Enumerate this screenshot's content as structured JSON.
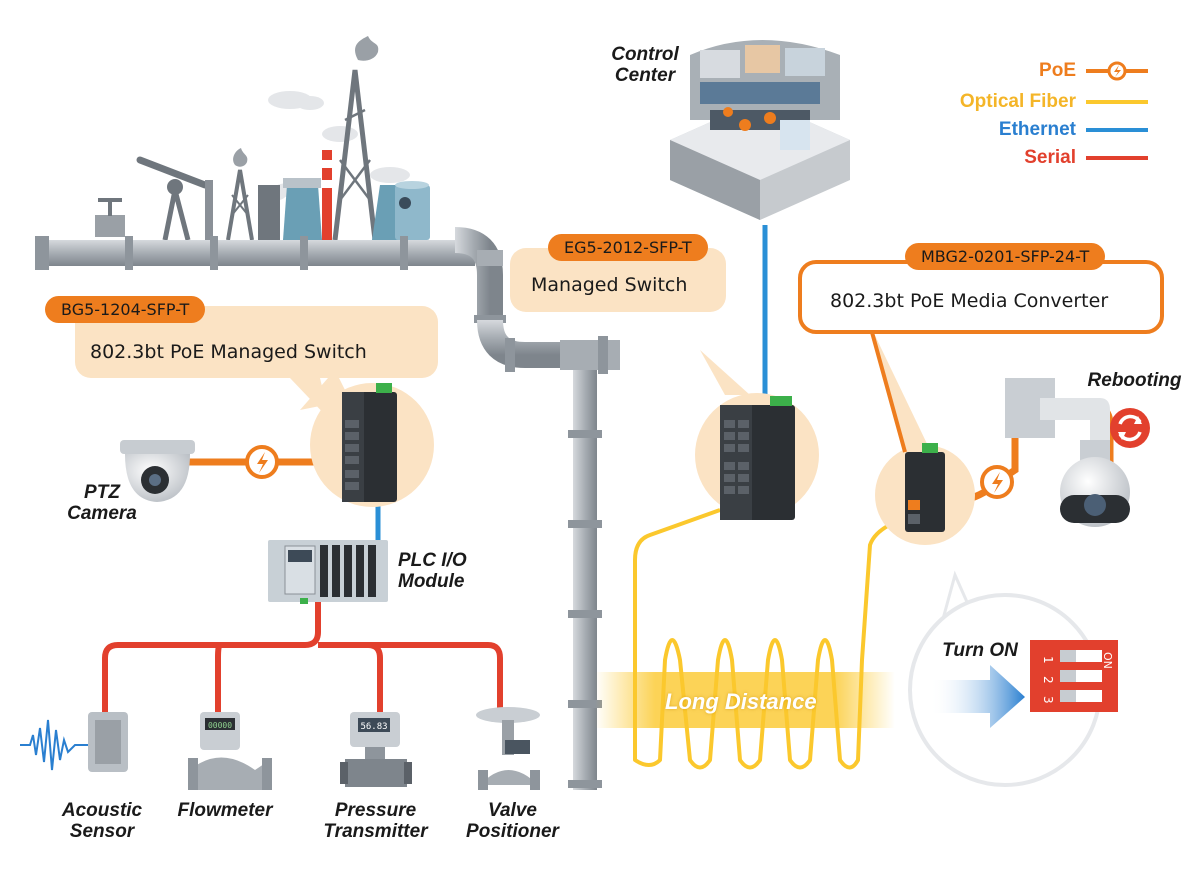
{
  "legend": [
    {
      "label": "PoE",
      "color": "#ee7d1e",
      "icon": "lightning-icon"
    },
    {
      "label": "Optical Fiber",
      "color": "#fbc82d"
    },
    {
      "label": "Ethernet",
      "color": "#2a8fd6"
    },
    {
      "label": "Serial",
      "color": "#e2402d"
    }
  ],
  "devices": {
    "bg5": {
      "model": "BG5-1204-SFP-T",
      "description": "802.3bt PoE Managed Switch"
    },
    "eg5": {
      "model": "EG5-2012-SFP-T",
      "description": "Managed Switch"
    },
    "mbg2": {
      "model": "MBG2-0201-SFP-24-T",
      "description": "802.3bt PoE Media Converter"
    }
  },
  "labels": {
    "control_center": "Control Center",
    "ptz_camera": "PTZ Camera",
    "plc": "PLC I/O Module",
    "acoustic": "Acoustic Sensor",
    "flowmeter": "Flowmeter",
    "pressure": "Pressure Transmitter",
    "valve": "Valve Positioner",
    "rebooting": "Rebooting",
    "turn_on": "Turn ON",
    "long_distance": "Long Distance"
  },
  "dip_switch": {
    "numbers": [
      "1",
      "2",
      "3"
    ],
    "on_label": "ON",
    "color": "#e2402d"
  },
  "flowmeter_display": "00000",
  "pressure_display": "56.83"
}
